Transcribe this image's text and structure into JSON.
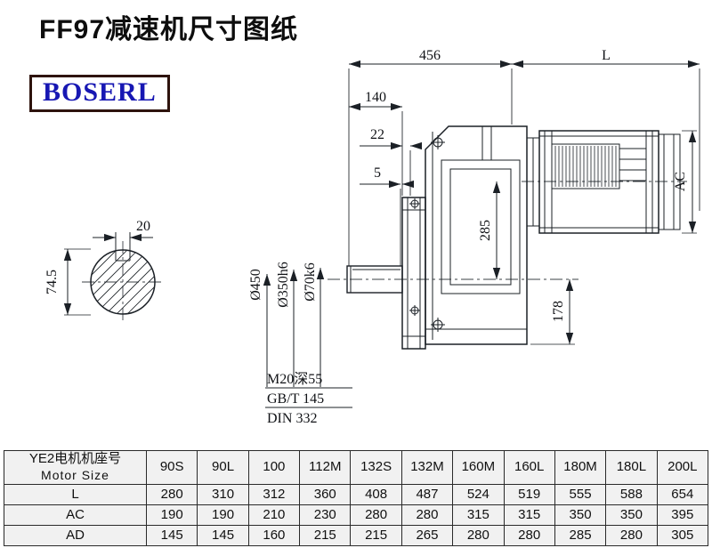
{
  "header": {
    "title": "FF97减速机尺寸图纸",
    "brand": "BOSERL"
  },
  "drawing": {
    "labels": {
      "overall_width": "456",
      "motor_len": "L",
      "dim140": "140",
      "dim22": "22",
      "dim5": "5",
      "ac": "AC",
      "dim285": "285",
      "dim178": "178",
      "dia_flange": "Ø450",
      "dia_spigot": "Ø350h6",
      "dia_shaft": "Ø70k6",
      "key_width": "20",
      "key_height": "74.5",
      "note_tap": "M20深55",
      "note_gb": "GB/T 145",
      "note_din": "DIN 332"
    }
  },
  "table": {
    "header_cn": "YE2电机机座号",
    "header_en": "Motor Size",
    "columns": [
      "90S",
      "90L",
      "100",
      "112M",
      "132S",
      "132M",
      "160M",
      "160L",
      "180M",
      "180L",
      "200L"
    ],
    "rows": [
      {
        "label": "L",
        "values": [
          "280",
          "310",
          "312",
          "360",
          "408",
          "487",
          "524",
          "519",
          "555",
          "588",
          "654"
        ]
      },
      {
        "label": "AC",
        "values": [
          "190",
          "190",
          "210",
          "230",
          "280",
          "280",
          "315",
          "315",
          "350",
          "350",
          "395"
        ]
      },
      {
        "label": "AD",
        "values": [
          "145",
          "145",
          "160",
          "215",
          "215",
          "265",
          "280",
          "280",
          "285",
          "280",
          "305"
        ]
      }
    ]
  }
}
